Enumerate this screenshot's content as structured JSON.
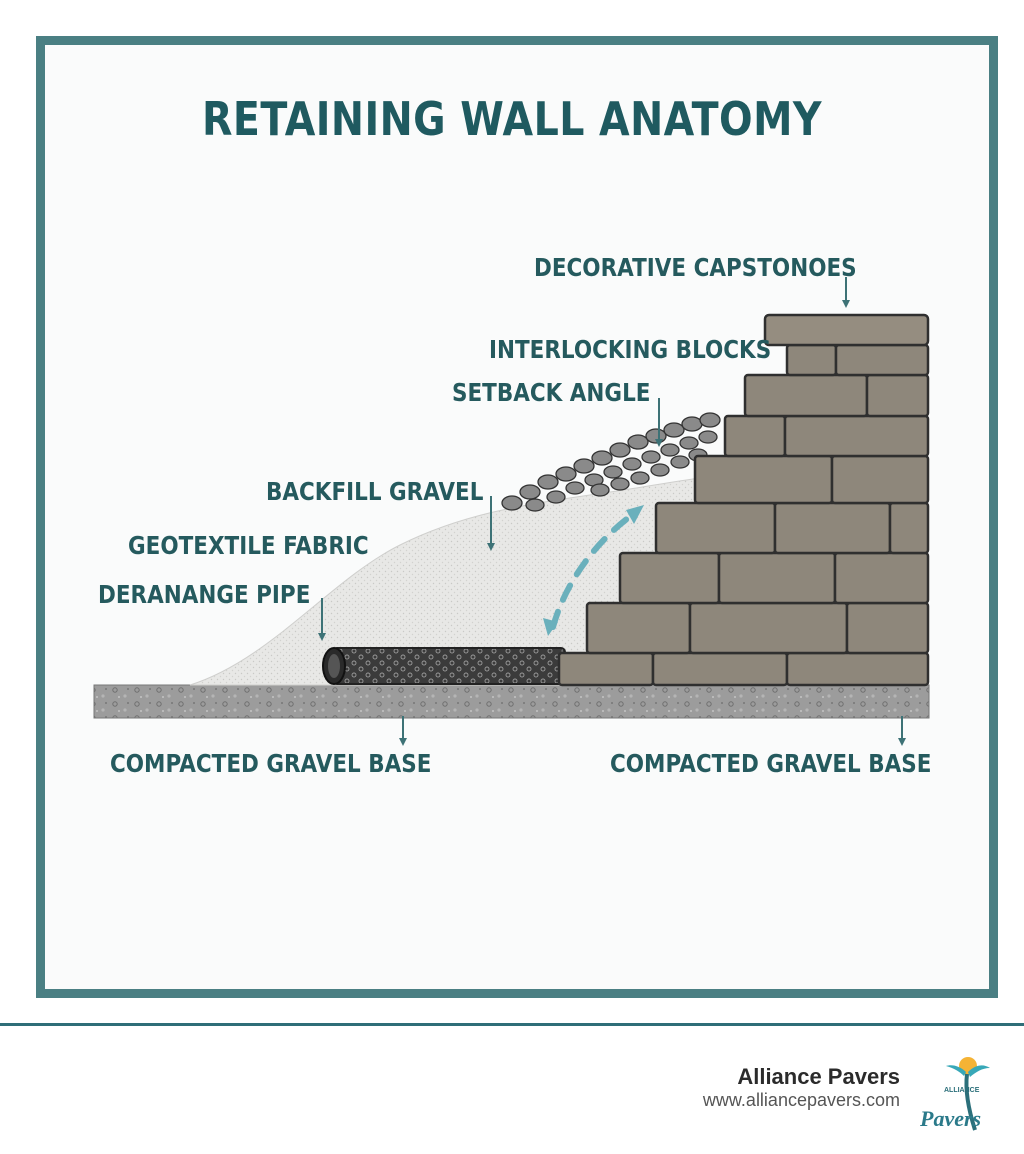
{
  "title": "RETAINING WALL ANATOMY",
  "labels": {
    "capstones": "DECORATIVE CAPSTONOES",
    "interlocking_blocks": "INTERLOCKING BLOCKS",
    "setback_angle": "SETBACK ANGLE",
    "backfill_gravel": "BACKFILL GRAVEL",
    "geotextile_fabric": "GEOTEXTILE FABRIC",
    "drainage_pipe": "DERANANGE PIPE",
    "base_left": "COMPACTED GRAVEL BASE",
    "base_right": "COMPACTED GRAVEL BASE"
  },
  "footer": {
    "brand_name": "Alliance Pavers",
    "brand_url": "www.alliancepavers.com",
    "logo_text": "Pavers",
    "logo_small_text": "ALLIANCE"
  },
  "colors": {
    "frame": "#4a7f83",
    "title": "#1f5a60",
    "label": "#255a5e",
    "arrow": "#3d7276",
    "block": "#8d857a",
    "block_outline": "#2f2f2f",
    "fabric": "#e6e6e4",
    "base": "#9b9b9b",
    "pipe": "#3a3a3a",
    "accent": "#5ea7b4"
  },
  "icons": {
    "logo": "palm-tree-logo"
  }
}
